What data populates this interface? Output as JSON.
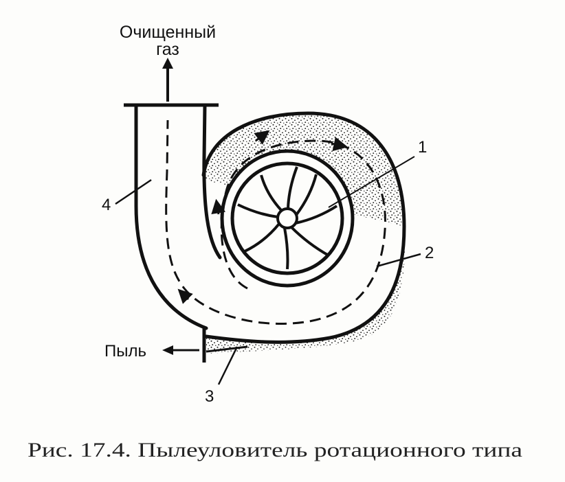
{
  "labels": {
    "outlet_line1": "Очищенный",
    "outlet_line2": "газ",
    "dust": "Пыль",
    "part_1": "1",
    "part_2": "2",
    "part_3": "3",
    "part_4": "4"
  },
  "caption": "Рис. 17.4. Пылеуловитель ротационного типа",
  "colors": {
    "ink": "#111111",
    "paper": "#fdfdfb"
  }
}
